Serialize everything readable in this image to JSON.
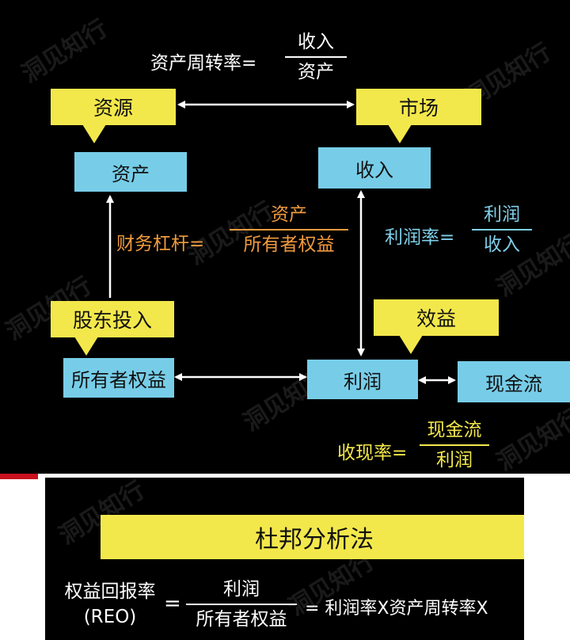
{
  "watermark": "洞见知行",
  "colors": {
    "yellow_box": "#f3e84b",
    "blue_box": "#77cde8",
    "orange_text": "#f19a3e",
    "teal_text": "#7fd0ea",
    "background": "#000000"
  },
  "top": {
    "asset_turnover": {
      "label": "资产周转率=",
      "numerator": "收入",
      "denominator": "资产"
    },
    "resources": "资源",
    "market": "市场",
    "assets": "资产",
    "revenue": "收入",
    "leverage": {
      "label": "财务杠杆=",
      "numerator": "资产",
      "denominator": "所有者权益"
    },
    "profit_margin": {
      "label": "利润率=",
      "numerator": "利润",
      "denominator": "收入"
    },
    "shareholder_input": "股东投入",
    "benefit": "效益",
    "equity": "所有者权益",
    "profit": "利润",
    "cash_flow": "现金流",
    "cash_ratio": {
      "label": "收现率=",
      "numerator": "现金流",
      "denominator": "利润"
    }
  },
  "bottom": {
    "title": "杜邦分析法",
    "roe_label_line1": "权益回报率",
    "roe_label_line2": "(REO)",
    "equals": "=",
    "numerator": "利润",
    "denominator": "所有者权益",
    "expansion": "= 利润率X资产周转率X"
  }
}
